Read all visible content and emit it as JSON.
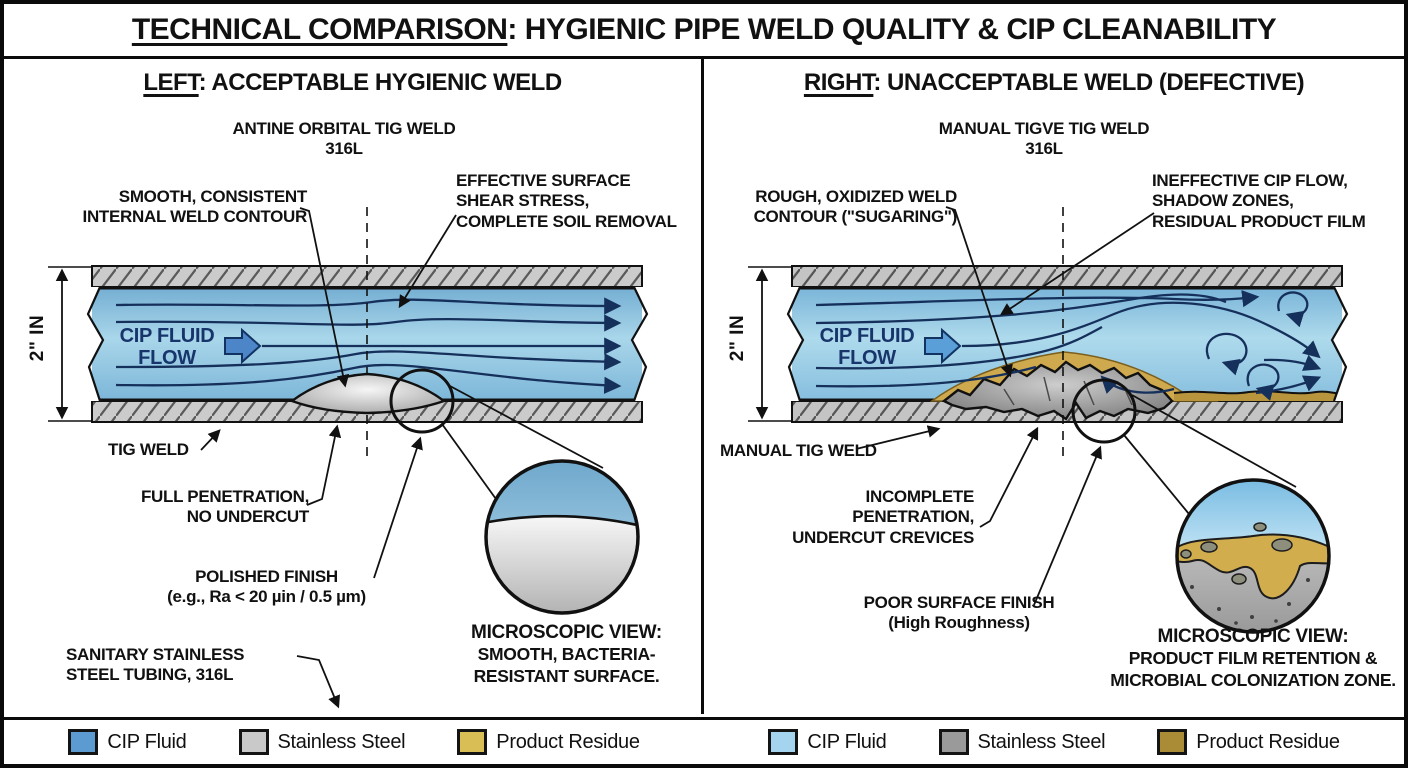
{
  "title": {
    "emphasis": "TECHNICAL COMPARISON",
    "rest": ": HYGIENIC PIPE WELD QUALITY & CIP CLEANABILITY"
  },
  "left_panel": {
    "header": {
      "emphasis": "LEFT",
      "rest": ": ACCEPTABLE HYGIENIC WELD"
    },
    "weld_type": "ANTINE ORBITAL TIG WELD\n316L",
    "contour_note": "SMOOTH, CONSISTENT\nINTERNAL WELD CONTOUR",
    "flow_note": "EFFECTIVE SURFACE\nSHEAR STRESS,\nCOMPLETE SOIL REMOVAL",
    "diameter_label": "2\" IN",
    "flow_label": "CIP FLUID\nFLOW",
    "weld_label": "TIG WELD",
    "penetration_note": "FULL PENETRATION,\nNO UNDERCUT",
    "finish_note": "POLISHED FINISH\n(e.g., Ra < 20 µin / 0.5 µm)",
    "tubing_note": "SANITARY STAINLESS\nSTEEL TUBING, 316L",
    "micro_title": "MICROSCOPIC VIEW:",
    "micro_caption": "SMOOTH, BACTERIA-\nRESISTANT SURFACE."
  },
  "right_panel": {
    "header": {
      "emphasis": "RIGHT",
      "rest": ": UNACCEPTABLE WELD (DEFECTIVE)"
    },
    "weld_type": "MANUAL TIGVE TIG WELD\n316L",
    "contour_note": "ROUGH, OXIDIZED WELD\nCONTOUR (\"SUGARING\")",
    "flow_note": "INEFFECTIVE CIP FLOW,\nSHADOW ZONES,\nRESIDUAL PRODUCT FILM",
    "diameter_label": "2\" IN",
    "flow_label": "CIP FLUID\nFLOW",
    "weld_label": "MANUAL TIG WELD",
    "penetration_note": "INCOMPLETE\nPENETRATION,\nUNDERCUT CREVICES",
    "finish_note": "POOR SURFACE FINISH\n(High Roughness)",
    "micro_title": "MICROSCOPIC VIEW:",
    "micro_caption": "PRODUCT FILM RETENTION &\nMICROBIAL COLONIZATION ZONE."
  },
  "legend": {
    "left": [
      {
        "label": "CIP Fluid",
        "color": "#5b9bd1"
      },
      {
        "label": "Stainless Steel",
        "color": "#c9c9c9"
      },
      {
        "label": "Product Residue",
        "color": "#d9bd55"
      }
    ],
    "right": [
      {
        "label": "CIP Fluid",
        "color": "#a5d5ee"
      },
      {
        "label": "Stainless Steel",
        "color": "#9a9a9a"
      },
      {
        "label": "Product Residue",
        "color": "#ab8c36"
      }
    ]
  },
  "colors": {
    "cip_fluid_left": "#5b9bd1",
    "cip_fluid_right": "#a5d5ee",
    "stainless_left": "#c9c9c9",
    "stainless_right": "#9a9a9a",
    "residue_left": "#d9bd55",
    "residue_right": "#ab8c36",
    "streamline": "#16305c",
    "flow_text": "#17356b"
  }
}
